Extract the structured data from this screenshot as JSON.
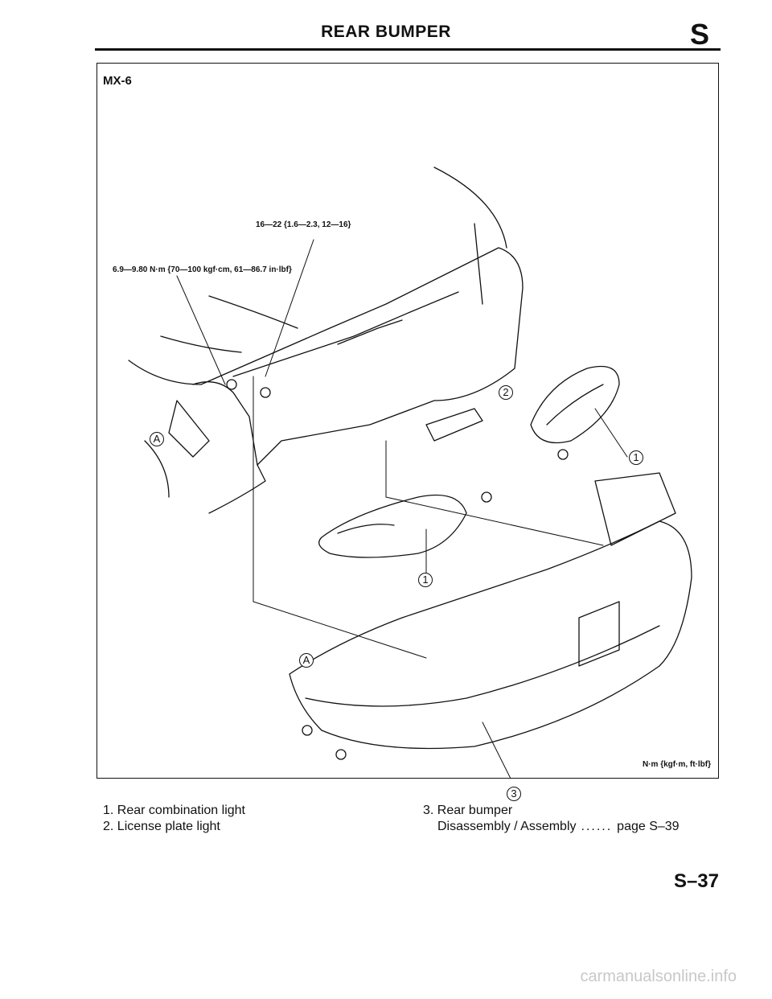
{
  "header": {
    "title": "REAR BUMPER",
    "section": "S"
  },
  "figure": {
    "model": "MX-6",
    "torque_upper": "16—22 {1.6—2.3, 12—16}",
    "torque_lower": "6.9—9.80 N·m {70—100 kgf·cm, 61—86.7 in·lbf}",
    "unit_note": "N·m {kgf·m, ft·lbf}",
    "callouts": {
      "one": "1",
      "two": "2",
      "three": "3",
      "a": "A"
    }
  },
  "legend": {
    "item1": "1. Rear combination light",
    "item2": "2. License plate light",
    "item3": "3. Rear bumper",
    "item3_sub_label": "Disassembly / Assembly",
    "item3_sub_dots": "......",
    "item3_sub_ref": "page S–39"
  },
  "footer": {
    "page_number": "S–37",
    "watermark": "carmanualsonline.info"
  }
}
